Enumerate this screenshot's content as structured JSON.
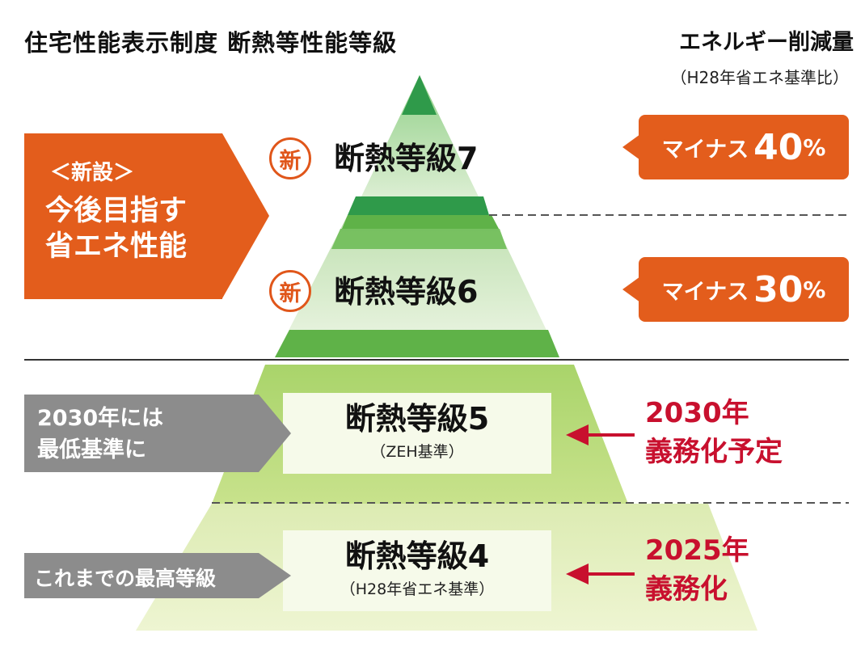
{
  "header": {
    "title": "住宅性能表示制度 断熱等性能等級",
    "energy_title": "エネルギー削減量",
    "energy_subtitle": "（H28年省エネ基準比）"
  },
  "new_badge": "新",
  "grades": [
    {
      "label": "断熱等級7",
      "is_new": true
    },
    {
      "label": "断熱等級6",
      "is_new": true
    },
    {
      "label": "断熱等級5",
      "note": "（ZEH基準）"
    },
    {
      "label": "断熱等級4",
      "note": "（H28年省エネ基準）"
    }
  ],
  "future_callout": {
    "line1": "＜新設＞",
    "line2": "今後目指す",
    "line3": "省エネ性能"
  },
  "reductions": [
    {
      "prefix": "マイナス",
      "value": "40",
      "unit": "%"
    },
    {
      "prefix": "マイナス",
      "value": "30",
      "unit": "%"
    }
  ],
  "side_notes": {
    "grade5_line1": "2030年には",
    "grade5_line2": "最低基準に",
    "grade4": "これまでの最高等級"
  },
  "mandates": {
    "grade5_line1": "2030年",
    "grade5_line2": "義務化予定",
    "grade4_line1": "2025年",
    "grade4_line2": "義務化"
  },
  "colors": {
    "orange": "#e35d1c",
    "red": "#c8102e",
    "gray": "#8c8c8c",
    "green_dark": "#2f9a4a",
    "green_mid": "#5fb248",
    "green_light": "#b9dc7c",
    "green_pale": "#e2eec1"
  }
}
